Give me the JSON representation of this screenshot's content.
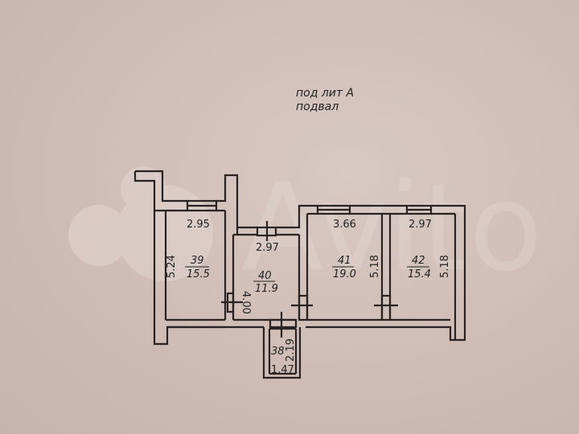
{
  "header": {
    "line1": "под лит А",
    "line2": "подвал"
  },
  "watermark": {
    "text": "Avito"
  },
  "rooms": [
    {
      "number": "39",
      "area": "15.5",
      "width": "2.95",
      "height": "5.24"
    },
    {
      "number": "40",
      "area": "11.9",
      "width": "2.97",
      "height": "4.00"
    },
    {
      "number": "41",
      "area": "19.0",
      "width": "3.66",
      "height": "5.18"
    },
    {
      "number": "42",
      "area": "15.4",
      "width": "2.97",
      "height": "5.18"
    },
    {
      "number": "38",
      "width": "1.47",
      "height": "2.19"
    }
  ],
  "colors": {
    "background": "#cfbcb6",
    "lines": "#2a2222",
    "text": "#222222"
  }
}
